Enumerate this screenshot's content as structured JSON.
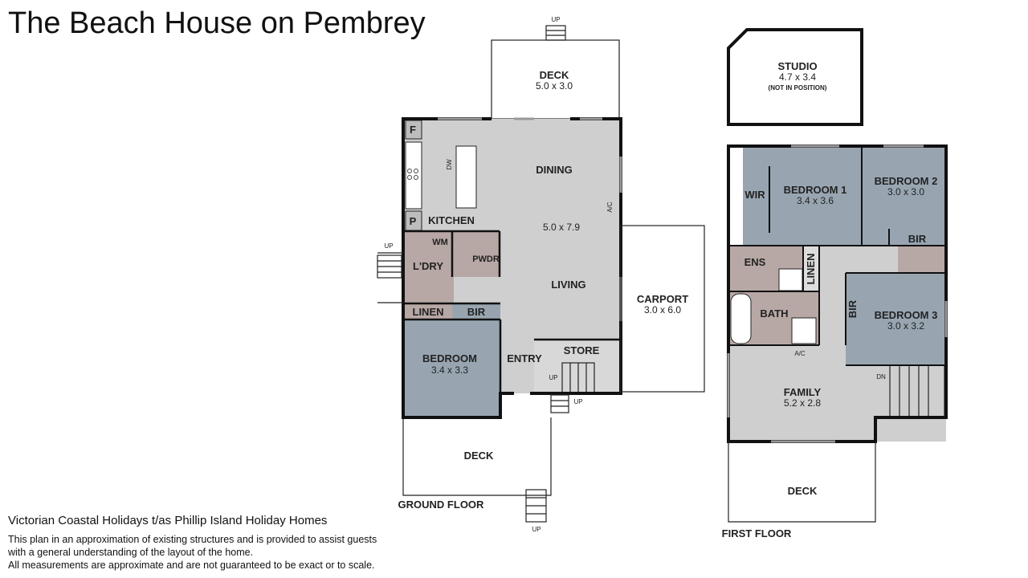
{
  "title": "The Beach House on Pembrey",
  "footer": {
    "company": "Victorian Coastal Holidays t/as Phillip Island Holiday Homes",
    "note_lines": [
      "This plan in an approximation of existing structures and is provided to assist guests",
      "with a general understanding of the layout of the home.",
      "All measurements are approximate and are not guaranteed to be exact or to scale."
    ]
  },
  "colors": {
    "living": "#cfcfcf",
    "bedroom": "#98a5b1",
    "wet": "#b8a8a5"
  },
  "ground_floor": {
    "label": "GROUND FLOOR",
    "deck_top": {
      "name": "DECK",
      "dim": "5.0 x 3.0"
    },
    "dining": "DINING",
    "living_dim": "5.0 x 7.9",
    "living": "LIVING",
    "kitchen": "KITCHEN",
    "fridge": "F",
    "pantry": "P",
    "dw": "DW",
    "ac": "A/C",
    "laundry": "L'DRY",
    "wm": "WM",
    "powder": "PWDR",
    "linen": "LINEN",
    "bir": "BIR",
    "bedroom": {
      "name": "BEDROOM",
      "dim": "3.4 x 3.3"
    },
    "entry": "ENTRY",
    "store": "STORE",
    "carport": {
      "name": "CARPORT",
      "dim": "3.0 x 6.0"
    },
    "deck_bottom": "DECK",
    "up": "UP"
  },
  "first_floor": {
    "label": "FIRST FLOOR",
    "studio": {
      "name": "STUDIO",
      "dim": "4.7 x 3.4",
      "note": "(NOT IN POSITION)"
    },
    "wir": "WIR",
    "bedroom1": {
      "name": "BEDROOM 1",
      "dim": "3.4 x 3.6"
    },
    "bedroom2": {
      "name": "BEDROOM 2",
      "dim": "3.0 x 3.0"
    },
    "bir2": "BIR",
    "ens": "ENS",
    "linen": "LINEN",
    "bath": "BATH",
    "bir3": "BIR",
    "bedroom3": {
      "name": "BEDROOM 3",
      "dim": "3.0 x 3.2"
    },
    "ac": "A/C",
    "dn": "DN",
    "family": {
      "name": "FAMILY",
      "dim": "5.2 x 2.8"
    },
    "deck": "DECK"
  }
}
